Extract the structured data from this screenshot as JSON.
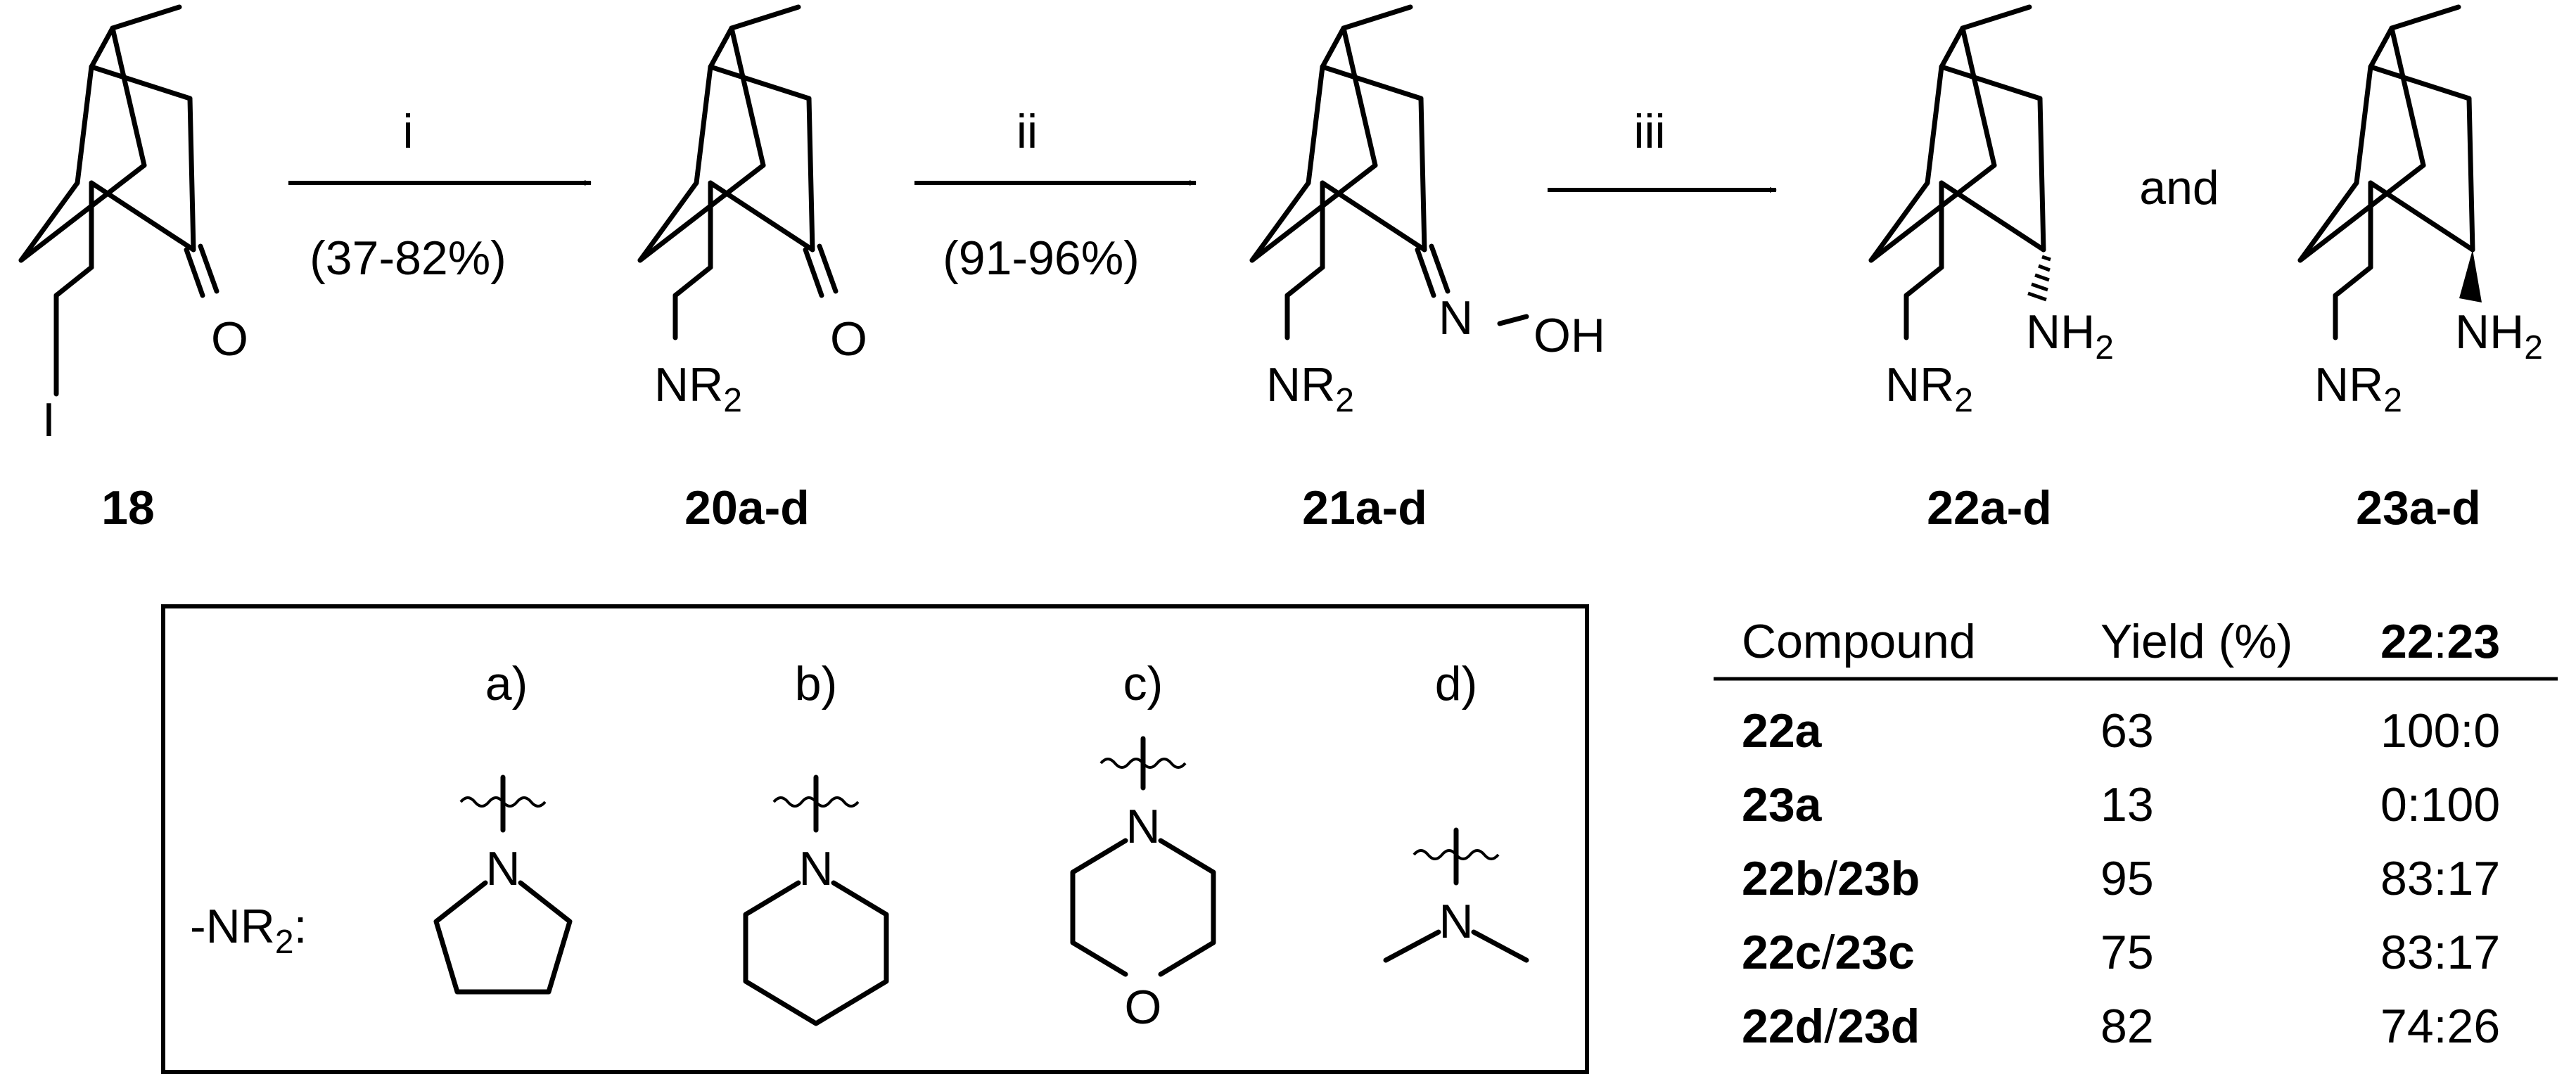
{
  "compounds": {
    "c18": "18",
    "c20": "20a-d",
    "c21": "21a-d",
    "c22": "22a-d",
    "c23": "23a-d"
  },
  "reactions": [
    {
      "step": "i",
      "yield": "(37-82%)"
    },
    {
      "step": "ii",
      "yield": "(91-96%)"
    },
    {
      "step": "iii",
      "yield": ""
    }
  ],
  "atoms": {
    "iodine": "I",
    "oxygen": "O",
    "nitrogen": "N",
    "nr2_main": "NR",
    "nr2_sub": "2",
    "oh": "OH",
    "nh": "NH",
    "nh_sub": "2",
    "connector": "and"
  },
  "substituents": {
    "prefix_main": "-NR",
    "prefix_sub": "2",
    "prefix_colon": ":",
    "items": [
      {
        "label": "a)",
        "ring": "pyrrolidine"
      },
      {
        "label": "b)",
        "ring": "piperidine"
      },
      {
        "label": "c)",
        "ring": "morpholine"
      },
      {
        "label": "d)",
        "ring": "dimethylamine"
      }
    ]
  },
  "table": {
    "headers": [
      "Compound",
      "Yield (%)",
      "22",
      ":",
      "23"
    ],
    "rows": [
      {
        "compound": [
          "22a"
        ],
        "yield": "63",
        "ratio": "100:0"
      },
      {
        "compound": [
          "23a"
        ],
        "yield": "13",
        "ratio": "0:100"
      },
      {
        "compound": [
          "22b",
          "/",
          "23b"
        ],
        "yield": "95",
        "ratio": "83:17"
      },
      {
        "compound": [
          "22c",
          "/",
          "23c"
        ],
        "yield": "75",
        "ratio": "83:17"
      },
      {
        "compound": [
          "22d",
          "/",
          "23d"
        ],
        "yield": "82",
        "ratio": "74:26"
      }
    ]
  }
}
